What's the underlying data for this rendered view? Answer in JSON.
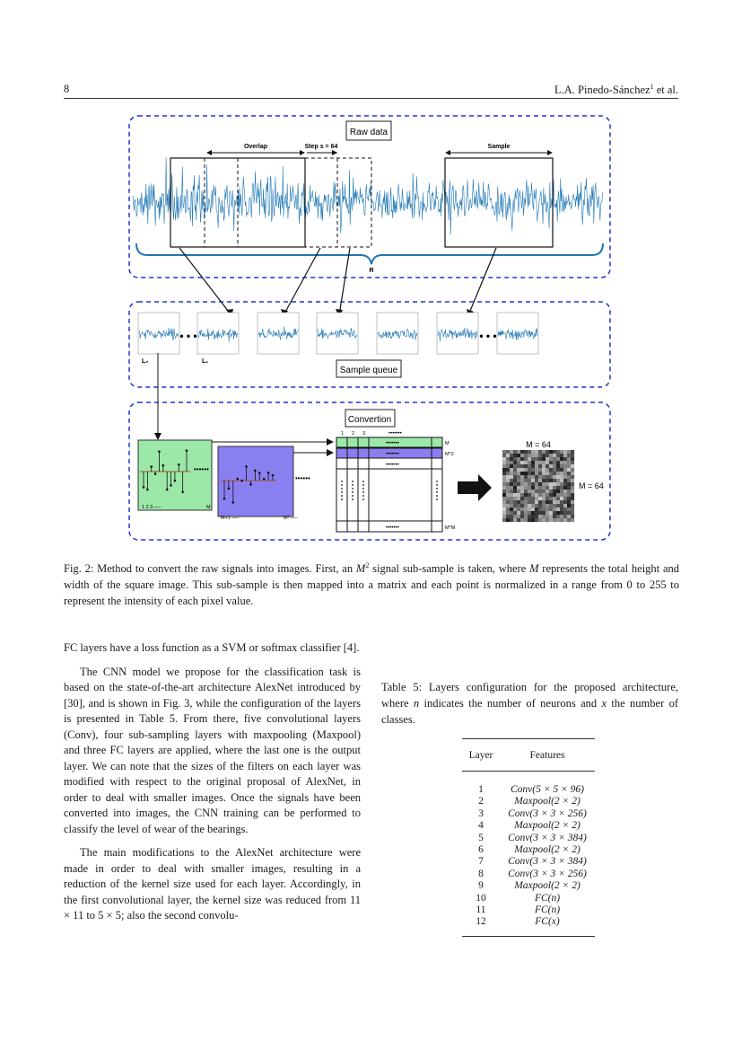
{
  "header": {
    "page_number": "8",
    "author": "L.A. Pinedo-Sánchez",
    "author_sup": "1",
    "author_suffix": " et al."
  },
  "figure": {
    "raw_data_label": "Raw data",
    "overlap_label": "Overlap",
    "step_label": "Step  s = 64",
    "sample_label": "Sample",
    "r_label": "R",
    "sample_queue_label": "Sample queue",
    "l0_label": "L₀",
    "l1_label": "L₁",
    "convertion_label": "Convertion",
    "green_axis_label": "1 2 3  ──",
    "green_m_label": "M",
    "blue_axis_label": "M+1  ──",
    "blue_m2_label": "M²  ──",
    "matrix_col_labels": [
      "1",
      "2",
      "3"
    ],
    "matrix_row_m": "M",
    "matrix_row_m2": "M*2",
    "matrix_row_mm": "M*M",
    "m_top_label": "M = 64",
    "m_side_label": "M = 64",
    "colors": {
      "signal": "#1f77b4",
      "dashed_border": "#2233cc",
      "green": "#9be8a8",
      "blue": "#8a7ff0"
    }
  },
  "caption": {
    "prefix": "Fig. 2: Method to convert the raw signals into images. First, an ",
    "m": "M",
    "sup": "2",
    "middle": " signal sub-sample is taken, where ",
    "m2": "M",
    "rest": " represents the total height and width of the square image. This sub-sample is then mapped into a matrix and each point is normalized in a range from 0 to 255 to represent the intensity of each pixel value."
  },
  "body": {
    "p1": "FC layers have a loss function as a SVM or softmax classifier [4].",
    "p2": "The CNN model we propose for the classification task is based on the state-of-the-art architecture AlexNet introduced by [30], and is shown in Fig. 3, while the configuration of the layers is presented in Table 5. From there, five convolutional layers (Conv), four sub-sampling layers with maxpooling (Maxpool) and three FC layers are applied, where the last one is the output layer. We can note that the sizes of the filters on each layer was modified with respect to the original proposal of AlexNet, in order to deal with smaller images. Once the signals have been converted into images, the CNN training can be performed to classify the level of wear of the bearings.",
    "p3": "The main modifications to the AlexNet architecture were made in order to deal with smaller images, resulting in a reduction of the kernel size used for each layer. Accordingly, in the first convolutional layer, the kernel size was reduced from 11 × 11 to 5 × 5; also the second convolu-"
  },
  "table": {
    "caption_a": "Table 5: Layers configuration for the proposed architecture, where ",
    "caption_n": "n",
    "caption_b": " indicates the number of neurons and ",
    "caption_x": "x",
    "caption_c": " the number of classes.",
    "col_layer": "Layer",
    "col_features": "Features",
    "rows": [
      {
        "layer": "1",
        "feature": "Conv(5 × 5 × 96)"
      },
      {
        "layer": "2",
        "feature": "Maxpool(2 × 2)"
      },
      {
        "layer": "3",
        "feature": "Conv(3 × 3 × 256)"
      },
      {
        "layer": "4",
        "feature": "Maxpool(2 × 2)"
      },
      {
        "layer": "5",
        "feature": "Conv(3 × 3 × 384)"
      },
      {
        "layer": "6",
        "feature": "Maxpool(2 × 2)"
      },
      {
        "layer": "7",
        "feature": "Conv(3 × 3 × 384)"
      },
      {
        "layer": "8",
        "feature": "Conv(3 × 3 × 256)"
      },
      {
        "layer": "9",
        "feature": "Maxpool(2 × 2)"
      },
      {
        "layer": "10",
        "feature": "FC(n)"
      },
      {
        "layer": "11",
        "feature": "FC(n)"
      },
      {
        "layer": "12",
        "feature": "FC(x)"
      }
    ]
  }
}
